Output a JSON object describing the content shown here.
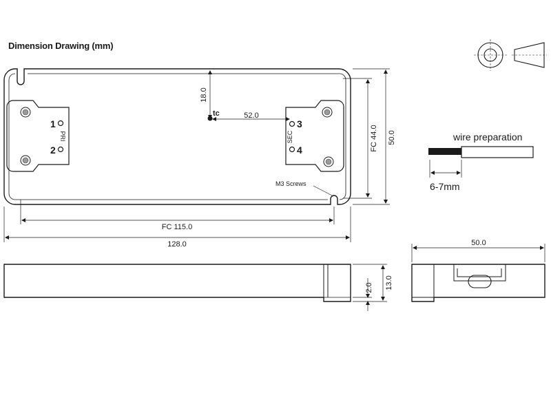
{
  "title": "Dimension Drawing (mm)",
  "top_view": {
    "dim_length_total": "128.0",
    "dim_length_fixing": "FC 115.0",
    "dim_width_total": "50.0",
    "dim_width_fixing": "FC 44.0",
    "dim_tc_offset_y": "18.0",
    "dim_tc_offset_x": "52.0",
    "tc_label": "tc",
    "screw_label": "M3 Screws",
    "primary_label": "PRI",
    "secondary_label": "SEC",
    "pin_1": "1",
    "pin_2": "2",
    "pin_3": "3",
    "pin_4": "4"
  },
  "side_view": {
    "dim_height": "13.0",
    "dim_foot": "2.0"
  },
  "end_view": {
    "dim_width": "50.0"
  },
  "wire": {
    "title": "wire preparation",
    "strip_length": "6-7mm"
  }
}
